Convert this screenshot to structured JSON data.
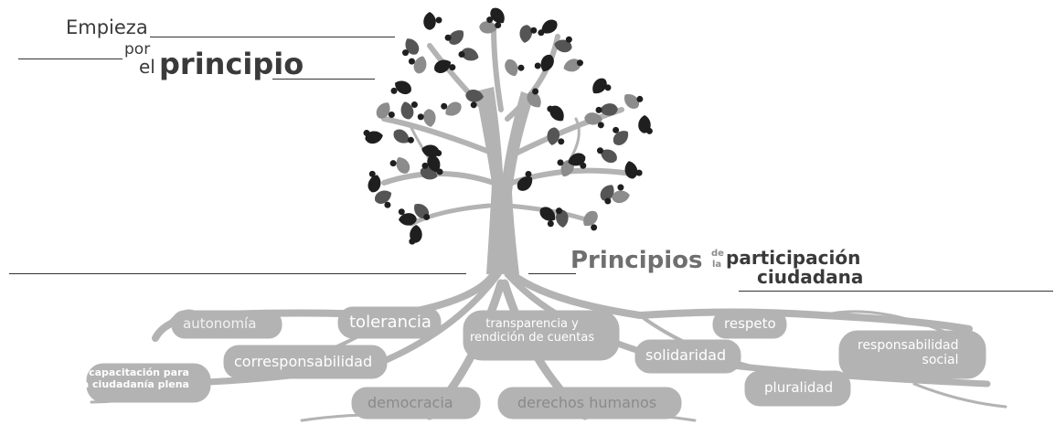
{
  "heading_left": {
    "empieza": "Empieza",
    "por": "por",
    "el": "el",
    "principio": "principio"
  },
  "heading_right": {
    "principios": "Principios",
    "de": "de",
    "la": "la",
    "participacion": "participación",
    "ciudadana": "ciudadana"
  },
  "roots": [
    {
      "id": "autonomia",
      "label": "autonomía"
    },
    {
      "id": "tolerancia",
      "label": "tolerancia"
    },
    {
      "id": "transparencia",
      "label": "transparencia y\nrendición de cuentas"
    },
    {
      "id": "respeto",
      "label": "respeto"
    },
    {
      "id": "responsabilidad-social",
      "label": "responsabilidad\nsocial"
    },
    {
      "id": "corresponsabilidad",
      "label": "corresponsabilidad"
    },
    {
      "id": "solidaridad",
      "label": "solidaridad"
    },
    {
      "id": "capacitacion",
      "label": "capacitación para\nla ciudadanía plena"
    },
    {
      "id": "democracia",
      "label": "democracia"
    },
    {
      "id": "derechos-humanos",
      "label": "derechos humanos"
    },
    {
      "id": "pluralidad",
      "label": "pluralidad"
    }
  ],
  "colors": {
    "trunk": "#b3b3b3",
    "root_text": "#ffffff",
    "leaf_dark": "#1f1f1f",
    "leaf_mid": "#555555",
    "leaf_light": "#8c8c8c",
    "heading": "#3a3a3a"
  }
}
